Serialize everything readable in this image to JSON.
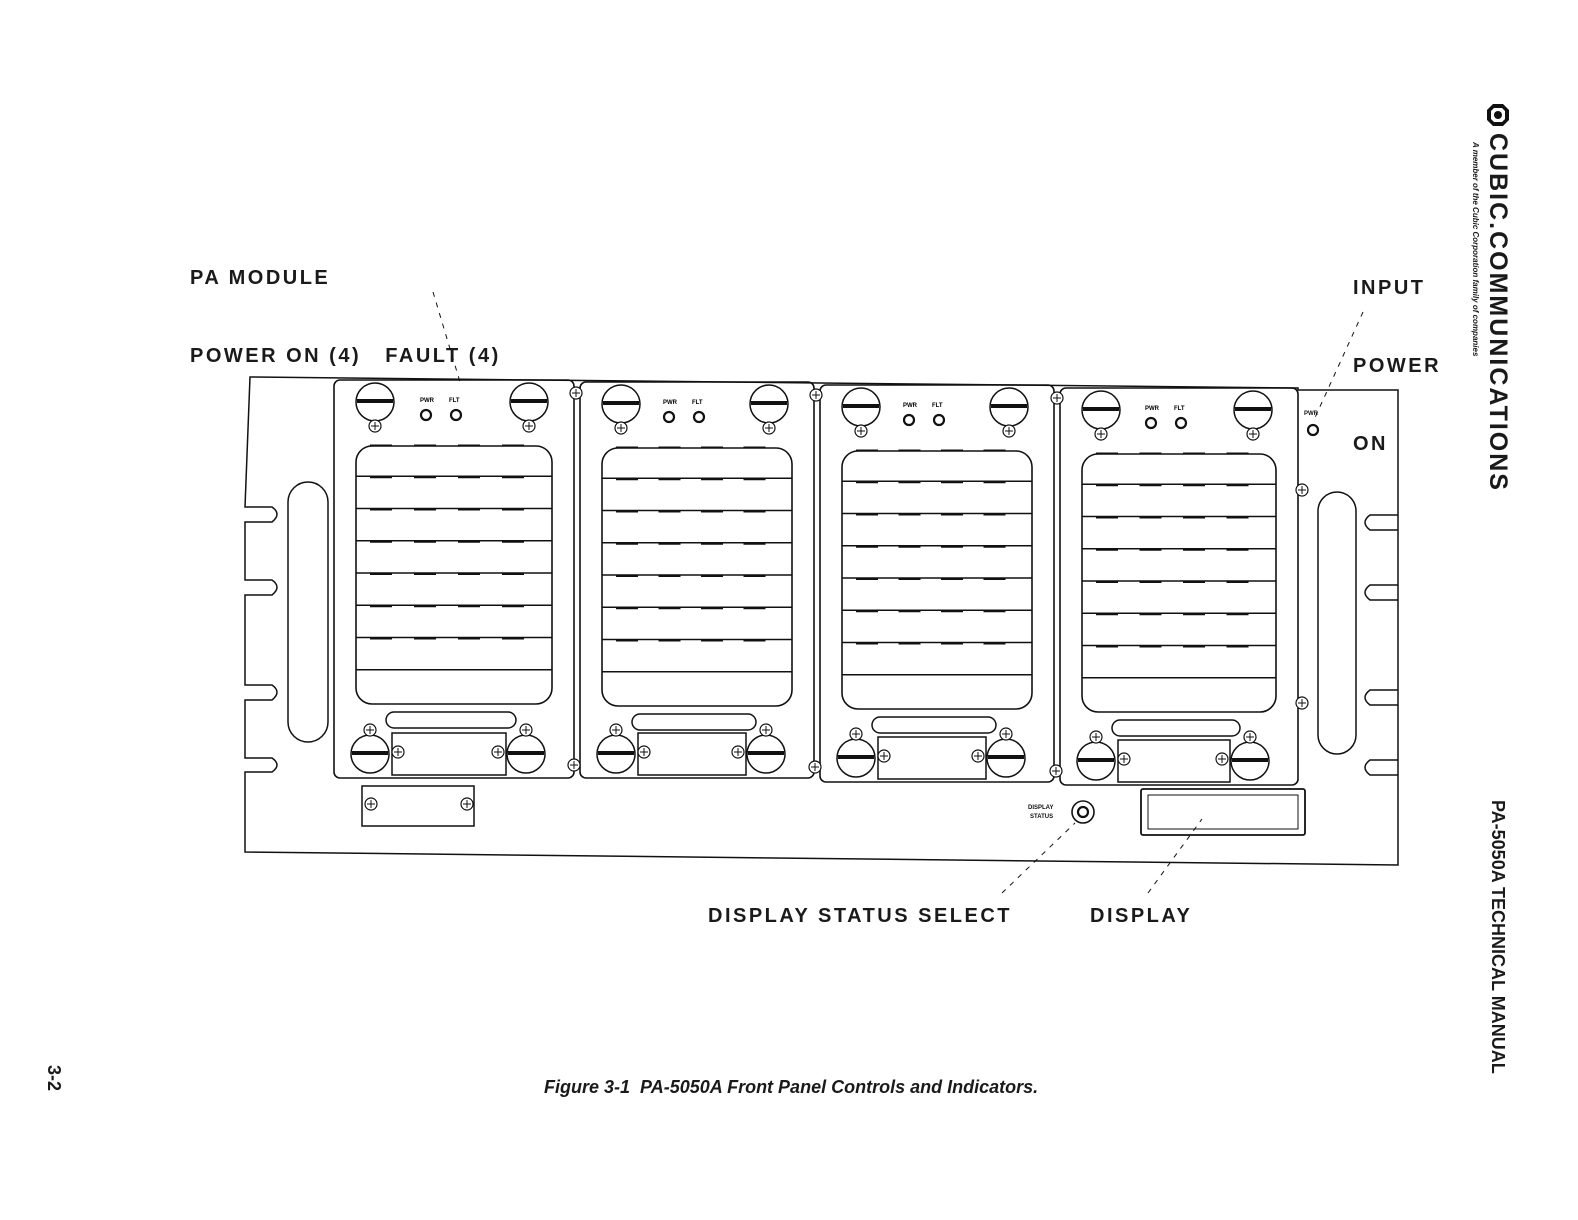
{
  "header": {
    "brand": "CUBIC.COMMUNICATIONS",
    "brand_tagline": "A member of the Cubic Corporation family of companies",
    "manual_title": "PA-5050A TECHNICAL MANUAL"
  },
  "page_number": "3-2",
  "callouts": {
    "pa_module_line1": "PA MODULE",
    "pa_module_line2": "POWER ON (4)   FAULT (4)",
    "input_power_line1": "INPUT",
    "input_power_line2": "POWER",
    "input_power_line3": "ON",
    "display_status_select": "DISPLAY STATUS SELECT",
    "display": "DISPLAY"
  },
  "panel": {
    "module_labels": {
      "pwr": "PWR",
      "flt": "FLT"
    },
    "input_led_label": "PWR",
    "display_status_small_line1": "DISPLAY",
    "display_status_small_line2": "STATUS",
    "module_count": 4
  },
  "caption": {
    "figure_number": "Figure 3-1",
    "figure_title": "PA-5050A Front Panel Controls and Indicators."
  }
}
